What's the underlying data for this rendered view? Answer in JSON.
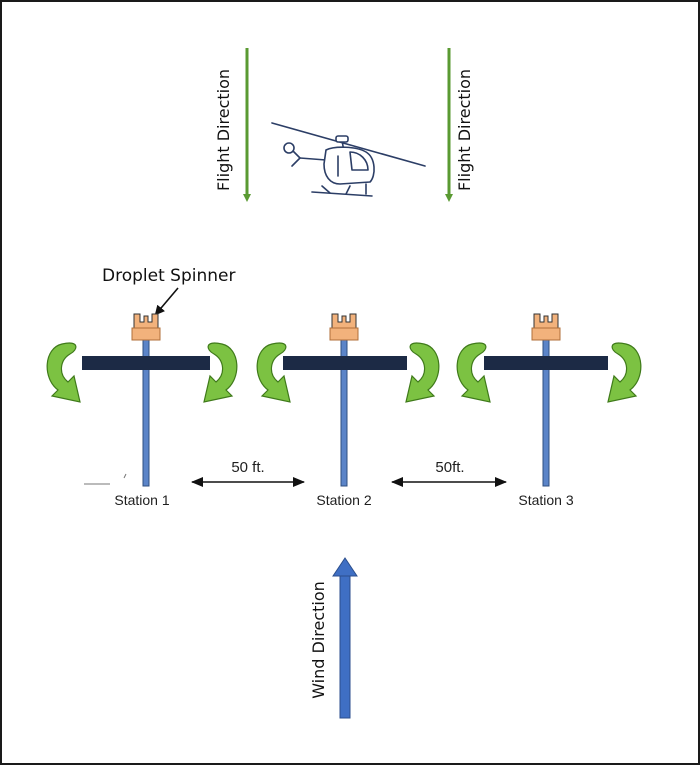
{
  "colors": {
    "flight_arrow": "#5a9a32",
    "wind_arrow": "#3f6fc4",
    "wind_arrow_edge": "#2b4e8c",
    "pole": "#5b84c8",
    "pole_edge": "#2f4f80",
    "platform": "#1c2a45",
    "spinner_cup": "#f2b27c",
    "rotation_arrow": "#7cc242",
    "rotation_arrow_edge": "#3f7a1a",
    "helicopter_line": "#2c3e66",
    "frame_border": "#1a1a1a"
  },
  "labels": {
    "flight_direction_left": "Flight Direction",
    "flight_direction_right": "Flight Direction",
    "droplet_spinner": "Droplet Spinner",
    "wind_direction": "Wind Direction",
    "distance_1": "50 ft.",
    "distance_2": "50ft."
  },
  "stations": [
    {
      "label": "Station 1"
    },
    {
      "label": "Station 2"
    },
    {
      "label": "Station 3"
    }
  ],
  "icons": {
    "aircraft": "helicopter-icon",
    "rotation": "curved-rotation-arrow-icon"
  }
}
